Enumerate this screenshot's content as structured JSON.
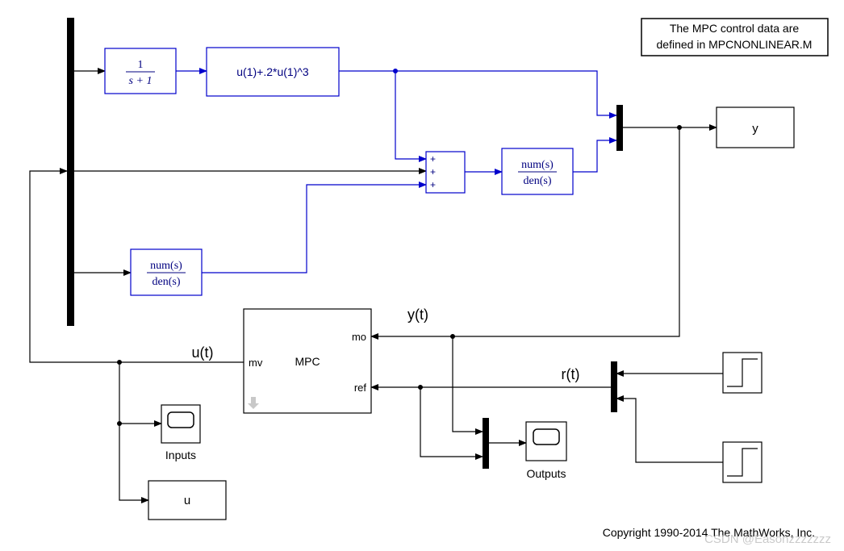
{
  "note": {
    "line1": "The MPC control data are",
    "line2": "defined in MPCNONLINEAR.M"
  },
  "blocks": {
    "tf_first_order": {
      "num": "1",
      "den": "s + 1"
    },
    "nonlinear_fcn": {
      "expr": "u(1)+.2*u(1)^3"
    },
    "sum_signs": [
      "+",
      "+",
      "+"
    ],
    "tf_plant": {
      "num": "num(s)",
      "den": "den(s)"
    },
    "tf_disturbance": {
      "num": "num(s)",
      "den": "den(s)"
    },
    "output_y": {
      "label": "y"
    },
    "mpc": {
      "title": "MPC",
      "port_mv": "mv",
      "port_mo": "mo",
      "port_ref": "ref"
    },
    "scope_inputs": {
      "label": "Inputs"
    },
    "scope_outputs": {
      "label": "Outputs"
    },
    "output_u": {
      "label": "u"
    }
  },
  "signals": {
    "y_t": "y(t)",
    "u_t": "u(t)",
    "r_t": "r(t)"
  },
  "colors": {
    "block_border": "#0000cc",
    "block_text": "#000080",
    "line": "#000000",
    "blue_line": "#0000cc"
  },
  "footer": {
    "copyright": "Copyright 1990-2014 The MathWorks, Inc.",
    "watermark": "CSDN @Easonzzzzzzz"
  }
}
